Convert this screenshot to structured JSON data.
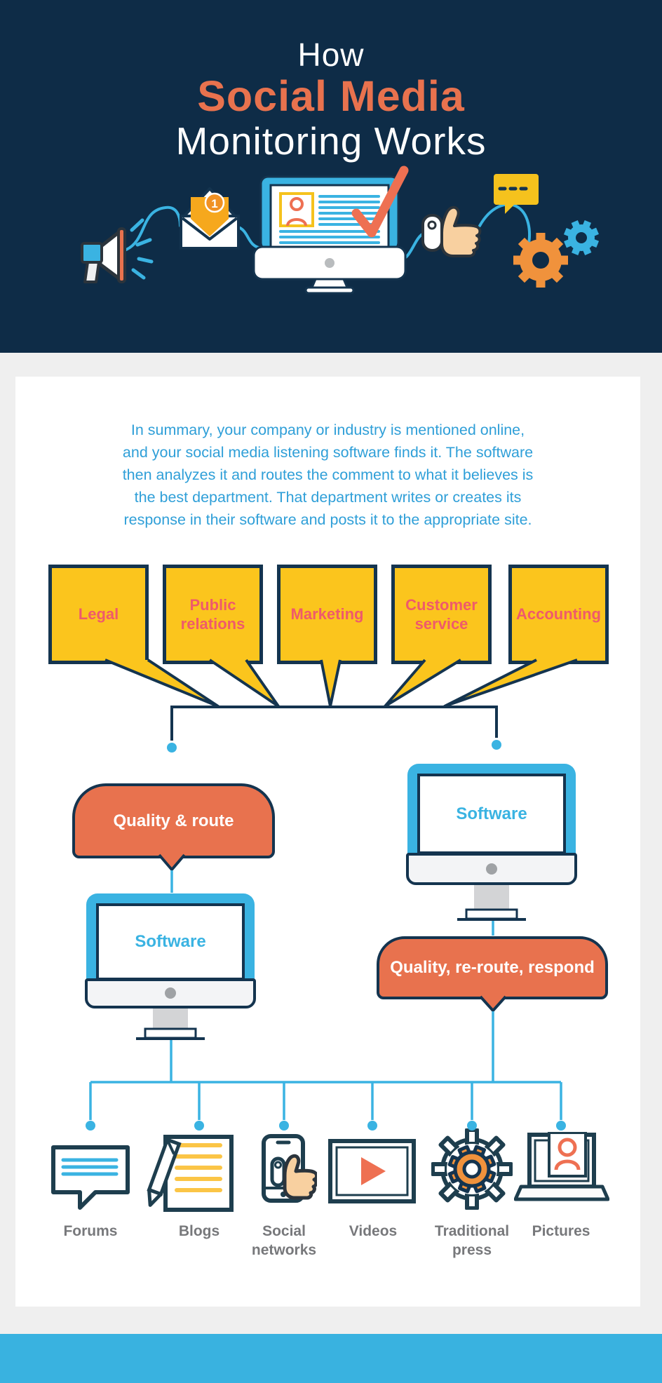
{
  "header": {
    "title_line1": "How",
    "title_line2": "Social Media",
    "title_line3": "Monitoring Works",
    "envelope_badge": "1",
    "illustration_icons": [
      "megaphone-icon",
      "envelope-notification-icon",
      "monitor-post-check-icon",
      "remote-thumbs-up-icon",
      "speech-bubble-dashes-icon",
      "gear-icons"
    ]
  },
  "summary": {
    "lines": [
      "In summary, your company or industry is mentioned online,",
      "and your social media listening software finds it. The software",
      "then analyzes it and routes the comment to what it believes is",
      "the best department. That department writes or creates its",
      "response in their software and posts it to the appropriate site."
    ]
  },
  "departments": [
    "Legal",
    "Public relations",
    "Marketing",
    "Customer service",
    "Accounting"
  ],
  "flow": {
    "left": {
      "bubble_label": "Quality & route",
      "monitor_label": "Software"
    },
    "right": {
      "monitor_label": "Software",
      "bubble_label": "Quality, re-route, respond"
    }
  },
  "channels": [
    {
      "label": "Forums",
      "icon": "forum-speech-bubble-icon"
    },
    {
      "label": "Blogs",
      "icon": "blog-pencil-paper-icon"
    },
    {
      "label": "Social networks",
      "icon": "phone-thumbs-up-icon"
    },
    {
      "label": "Videos",
      "icon": "video-player-icon"
    },
    {
      "label": "Traditional press",
      "icon": "printing-gears-icon"
    },
    {
      "label": "Pictures",
      "icon": "laptop-photo-icon"
    }
  ],
  "colors": {
    "header_navy": "#0e2c47",
    "outline_navy": "#14344f",
    "accent_cyan": "#3ab3e2",
    "accent_coral": "#e8724e",
    "bubble_yellow": "#fbc51d",
    "department_text_pink": "#ef5a6b",
    "summary_blue": "#2f9fd8",
    "channel_label_gray": "#77787b",
    "page_background": "#efefef",
    "footer_cyan": "#39b2e0",
    "gear_orange": "#f0923c"
  }
}
